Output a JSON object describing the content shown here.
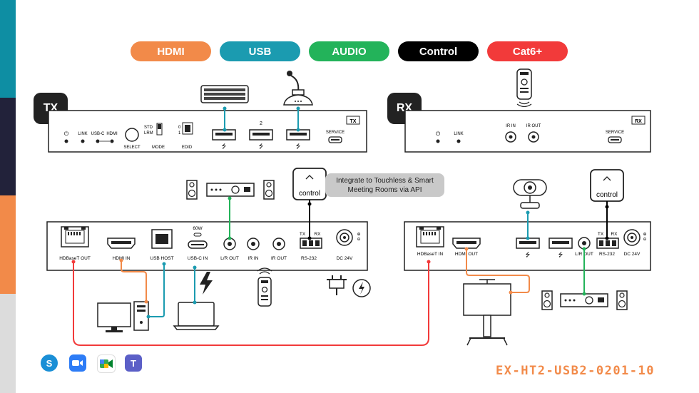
{
  "legend": {
    "hdmi": {
      "label": "HDMI",
      "color": "#f28a49"
    },
    "usb": {
      "label": "USB",
      "color": "#1b9bb0"
    },
    "audio": {
      "label": "AUDIO",
      "color": "#23b35a"
    },
    "control": {
      "label": "Control",
      "color": "#000000"
    },
    "cat6": {
      "label": "Cat6+",
      "color": "#f23a3a"
    }
  },
  "sidebar_colors": [
    "#0e8ea3",
    "#22223a",
    "#f28a49",
    "#dcdcdc"
  ],
  "tx": {
    "tag": "TX",
    "front": {
      "badge": "TX",
      "link": "LINK",
      "usbc": "USB-C",
      "hdmi": "HDMI",
      "select": "SELECT",
      "std": "STD",
      "lrm": "LRM",
      "mode": "MODE",
      "edid": "EDID",
      "edid_0": "0",
      "edid_1": "1",
      "port_2": "2",
      "service": "SERVICE"
    },
    "rear": {
      "hdbaset_out": "HDBaseT OUT",
      "hdmi_in": "HDMI IN",
      "usb_host": "USB HOST",
      "watt": "60W",
      "usbc_in": "USB-C IN",
      "lr_out": "L/R OUT",
      "ir_in": "IR IN",
      "ir_out": "IR OUT",
      "tx": "TX",
      "rx": "RX",
      "rs232": "RS-232",
      "dc": "DC 24V"
    }
  },
  "rx": {
    "tag": "RX",
    "front": {
      "badge": "RX",
      "link": "LINK",
      "ir_in": "IR IN",
      "ir_out": "IR OUT",
      "service": "SERVICE"
    },
    "rear": {
      "hdbaset_in": "HDBaseT IN",
      "hdmi_out": "HDMI OUT",
      "lr_out": "L/R OUT",
      "tx": "TX",
      "rx": "RX",
      "rs232": "RS-232",
      "dc": "DC 24V"
    }
  },
  "control_label": "control",
  "callout": "Integrate to Touchless & Smart Meeting Rooms via API",
  "model": "EX-HT2-USB2-0201-10",
  "apps": [
    "skype-icon",
    "zoom-icon",
    "google-meet-icon",
    "teams-icon"
  ]
}
